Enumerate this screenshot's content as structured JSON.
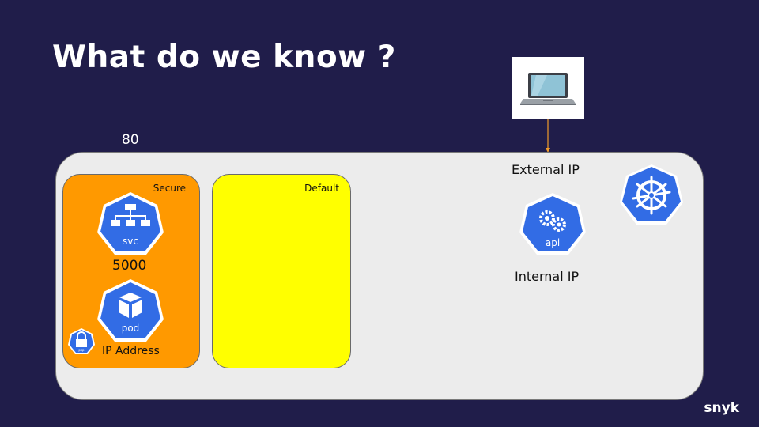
{
  "slide": {
    "title": "What do we know ?",
    "port_label": "80",
    "brand": "snyk"
  },
  "namespaces": [
    {
      "label": "Secure",
      "color": "#ff9900"
    },
    {
      "label": "Default",
      "color": "#ffff00"
    }
  ],
  "secure": {
    "svc_icon_text": "svc",
    "svc_port": "5000",
    "pod_icon_text": "pod",
    "pod_ip_label": "IP Address",
    "psp_icon_text": "psp"
  },
  "cluster": {
    "external_ip_label": "External IP",
    "api_icon_text": "api",
    "internal_ip_label": "Internal IP"
  },
  "colors": {
    "background": "#201d4a",
    "cluster_fill": "#ececec",
    "k8s_blue": "#326ce5",
    "arrow": "#f39c2a"
  },
  "icons": [
    "laptop-icon",
    "svc-icon",
    "pod-icon",
    "psp-icon",
    "api-server-icon",
    "kubernetes-helm-icon"
  ]
}
